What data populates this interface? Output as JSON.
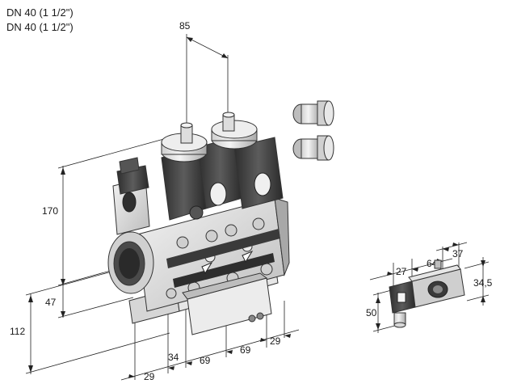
{
  "title_lines": [
    "DN 40 (1 1/2\")",
    "DN 40 (1 1/2\")"
  ],
  "dimensions": {
    "top_spacing": "85",
    "height_total": "170",
    "height_port": "47",
    "height_base": "112",
    "bottom_offset_left": "29",
    "bottom_34": "34",
    "bottom_69_a": "69",
    "bottom_69_b": "69",
    "bottom_offset_right": "29",
    "switch_27": "27",
    "switch_64": "64",
    "switch_37": "37",
    "switch_34_5": "34,5",
    "switch_50": "50"
  },
  "colors": {
    "metal_light": "#e8e8e8",
    "metal_mid": "#c8c8c8",
    "metal_dark": "#9a9a9a",
    "plastic_dark": "#3a3a3a",
    "plastic_mid": "#5a5a5a",
    "line": "#222222"
  }
}
